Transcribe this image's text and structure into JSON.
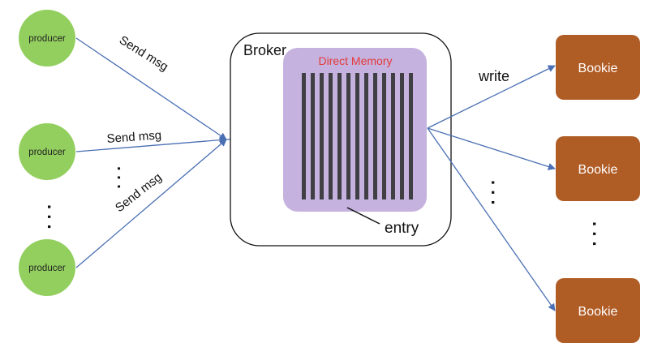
{
  "producers": [
    {
      "label": "producer"
    },
    {
      "label": "producer"
    },
    {
      "label": "producer"
    }
  ],
  "send_labels": [
    "Send msg",
    "Send msg",
    "Send msg"
  ],
  "broker": {
    "label": "Broker",
    "memory_label": "Direct Memory",
    "entry_label": "entry"
  },
  "write_label": "write",
  "bookies": [
    {
      "label": "Bookie"
    },
    {
      "label": "Bookie"
    },
    {
      "label": "Bookie"
    }
  ],
  "ellipsis": ". . .",
  "colors": {
    "producer_fill": "#93cf5f",
    "arrow": "#4a6fb3",
    "memory_fill": "#c5b2de",
    "memory_label": "#e23b3b",
    "bar": "#3f3f44",
    "bookie_fill": "#b05c25",
    "bookie_text": "#ffffff",
    "broker_stroke": "#111111"
  }
}
